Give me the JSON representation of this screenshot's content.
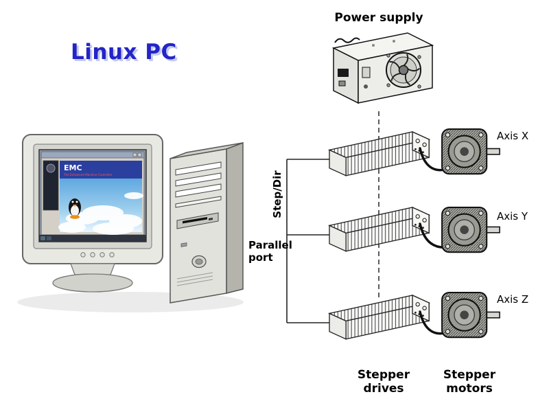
{
  "title": "Linux PC",
  "labels": {
    "power_supply": "Power supply",
    "step_dir": "Step/Dir",
    "parallel_port": "Parallel\nport",
    "stepper_drives": "Stepper\ndrives",
    "stepper_motors": "Stepper\nmotors"
  },
  "axes": [
    "Axis X",
    "Axis Y",
    "Axis Z"
  ],
  "screen": {
    "emc_title": "EMC",
    "emc_subtitle": "The Enhanced Machine Controller"
  },
  "colors": {
    "title_blue": "#2424c8",
    "line_black": "#1a1a1a",
    "emc_panel_blue": "#2b3f9e"
  },
  "diagram": {
    "nodes": [
      "Linux PC",
      "Power supply",
      "Stepper drives",
      "Stepper motors"
    ],
    "connections": [
      {
        "from": "Linux PC",
        "to": "Stepper drives",
        "via": "Parallel port",
        "signal": "Step/Dir"
      },
      {
        "from": "Power supply",
        "to": "Stepper drives",
        "style": "dashed"
      },
      {
        "from": "Stepper drives",
        "to": "Stepper motors",
        "axes": [
          "Axis X",
          "Axis Y",
          "Axis Z"
        ]
      }
    ]
  }
}
